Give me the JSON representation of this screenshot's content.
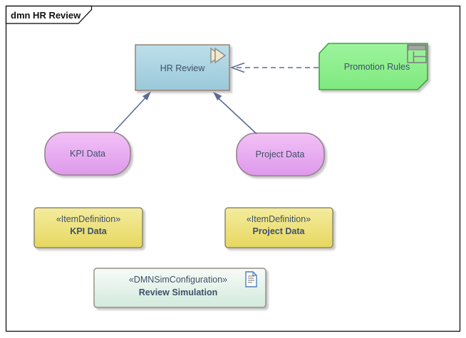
{
  "frame": {
    "label": "dmn HR Review"
  },
  "nodes": {
    "hr_review": {
      "label": "HR Review"
    },
    "promotion_rules": {
      "label": "Promotion Rules"
    },
    "kpi_data": {
      "label": "KPI Data"
    },
    "project_data": {
      "label": "Project Data"
    },
    "kpi_item_definition": {
      "stereotype": "«ItemDefinition»",
      "name": "KPI Data"
    },
    "project_item_definition": {
      "stereotype": "«ItemDefinition»",
      "name": "Project Data"
    },
    "review_simulation": {
      "stereotype": "«DMNSimConfiguration»",
      "name": "Review Simulation"
    }
  },
  "connectors": [
    {
      "from": "KPI Data",
      "to": "HR Review",
      "style": "solid",
      "arrowhead": "filled-triangle"
    },
    {
      "from": "Project Data",
      "to": "HR Review",
      "style": "solid",
      "arrowhead": "filled-triangle"
    },
    {
      "from": "Promotion Rules",
      "to": "HR Review",
      "style": "dashed",
      "arrowhead": "open"
    }
  ],
  "icons": {
    "hr_review": "double-play-icon",
    "promotion_rules": "decision-table-icon",
    "review_simulation": "document-icon"
  },
  "colors": {
    "decision_fill": "#A9D2E1",
    "decision_border": "#9D8879",
    "bkm_fill": "#8CEF8C",
    "bkm_border": "#3EA43E",
    "input_data_fill": "#E6A7F1",
    "input_data_border": "#99808E",
    "item_definition_fill": "#EDE07E",
    "item_definition_border": "#8E8A6C",
    "sim_config_fill": "#DDEEE3",
    "sim_config_border": "#998F86",
    "connector": "#5B6C93",
    "label_text": "#3E5168",
    "frame_border": "#000000"
  }
}
